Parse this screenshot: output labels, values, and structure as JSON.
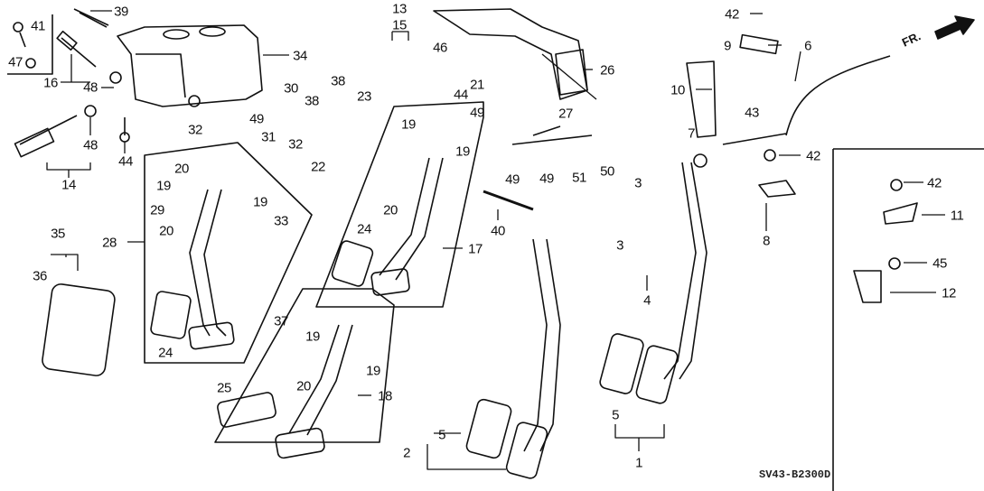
{
  "diagram": {
    "direction_label": "FR.",
    "code": "SV43-B2300D",
    "callouts": [
      "39",
      "41",
      "47",
      "16",
      "48",
      "34",
      "13",
      "15",
      "46",
      "26",
      "42",
      "9",
      "6",
      "10",
      "43",
      "7",
      "42",
      "8",
      "42",
      "11",
      "45",
      "12",
      "30",
      "38",
      "23",
      "38",
      "49",
      "32",
      "31",
      "32",
      "22",
      "44",
      "48",
      "14",
      "44",
      "21",
      "49",
      "27",
      "19",
      "19",
      "20",
      "24",
      "17",
      "40",
      "51",
      "50",
      "3",
      "3",
      "4",
      "49",
      "49",
      "20",
      "19",
      "29",
      "19",
      "33",
      "20",
      "28",
      "24",
      "35",
      "36",
      "37",
      "19",
      "19",
      "20",
      "25",
      "18",
      "5",
      "2",
      "5",
      "1"
    ]
  }
}
